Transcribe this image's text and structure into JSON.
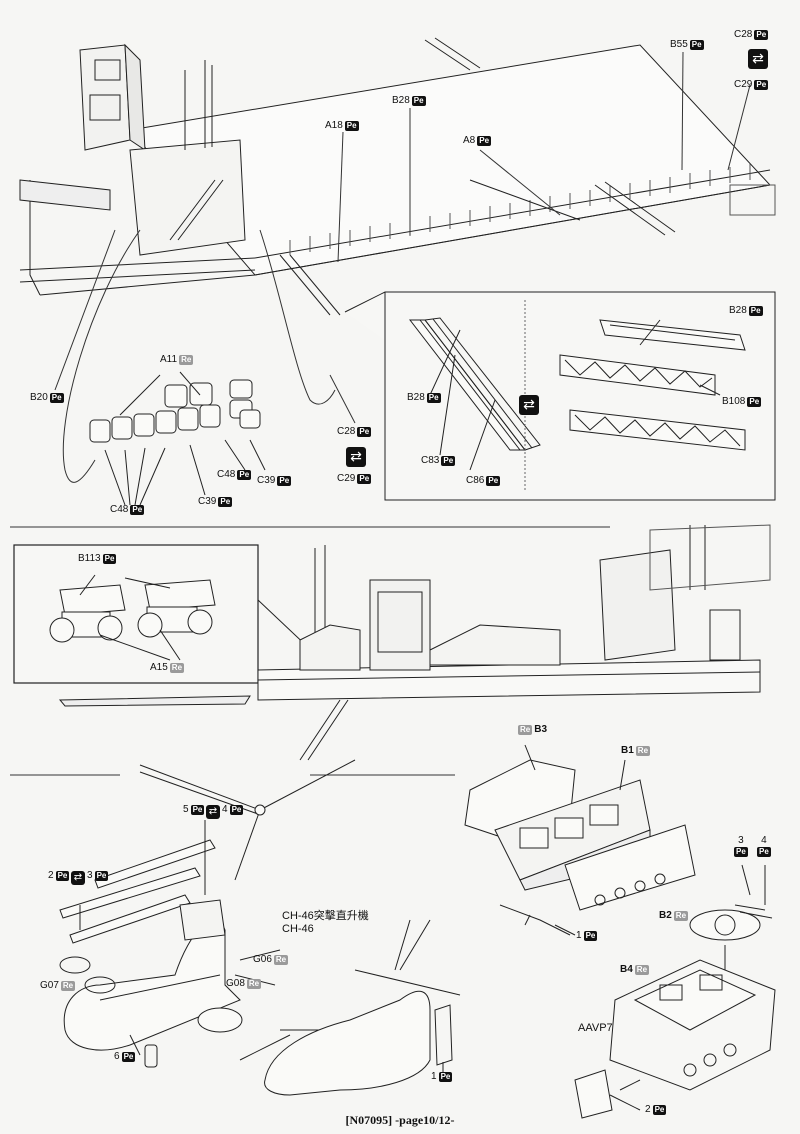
{
  "labels": {
    "b55": {
      "code": "B55",
      "mat": "Pe"
    },
    "c28_top": {
      "code": "C28",
      "mat": "Pe"
    },
    "c29_top": {
      "code": "C29",
      "mat": "Pe"
    },
    "b28_top": {
      "code": "B28",
      "mat": "Pe"
    },
    "a18": {
      "code": "A18",
      "mat": "Pe"
    },
    "a8": {
      "code": "A8",
      "mat": "Pe"
    },
    "b20": {
      "code": "B20",
      "mat": "Pe"
    },
    "a11": {
      "code": "A11",
      "mat": "Re"
    },
    "c48_a": {
      "code": "C48",
      "mat": "Pe"
    },
    "c39_a": {
      "code": "C39",
      "mat": "Pe"
    },
    "c39_b": {
      "code": "C39",
      "mat": "Pe"
    },
    "c48_b": {
      "code": "C48",
      "mat": "Pe"
    },
    "c28_mid": {
      "code": "C28",
      "mat": "Pe"
    },
    "c29_mid": {
      "code": "C29",
      "mat": "Pe"
    },
    "b28_inset_l": {
      "code": "B28",
      "mat": "Pe"
    },
    "c83": {
      "code": "C83",
      "mat": "Pe"
    },
    "c86": {
      "code": "C86",
      "mat": "Pe"
    },
    "b28_inset_r": {
      "code": "B28",
      "mat": "Pe"
    },
    "b108": {
      "code": "B108",
      "mat": "Pe"
    },
    "b113": {
      "code": "B113",
      "mat": "Pe"
    },
    "a15": {
      "code": "A15",
      "mat": "Re"
    },
    "b3": {
      "code": "B3",
      "mat": "Re"
    },
    "b1": {
      "code": "B1",
      "mat": "Re"
    },
    "pe3": {
      "code": "3",
      "mat": "Pe"
    },
    "pe4": {
      "code": "4",
      "mat": "Pe"
    },
    "b2": {
      "code": "B2",
      "mat": "Re"
    },
    "b4": {
      "code": "B4",
      "mat": "Re"
    },
    "pe1_aavp": {
      "code": "1",
      "mat": "Pe"
    },
    "pe2_aavp": {
      "code": "2",
      "mat": "Pe"
    },
    "heli5": {
      "code": "5",
      "mat": "Pe"
    },
    "heli4": {
      "code": "4",
      "mat": "Pe"
    },
    "heli2": {
      "code": "2",
      "mat": "Pe"
    },
    "heli3": {
      "code": "3",
      "mat": "Pe"
    },
    "g06": {
      "code": "G06",
      "mat": "Re"
    },
    "g07": {
      "code": "G07",
      "mat": "Re"
    },
    "g08": {
      "code": "G08",
      "mat": "Re"
    },
    "heli6": {
      "code": "6",
      "mat": "Pe"
    },
    "heli1": {
      "code": "1",
      "mat": "Pe"
    }
  },
  "swap_glyph": "⇄",
  "texts": {
    "ch46_cn": "CH-46突擊直升機",
    "ch46_en": "CH-46",
    "aavp7": "AAVP7"
  },
  "footer": "[N07095] -page10/12-",
  "colors": {
    "pe_badge": "#111111",
    "re_badge": "#9a9a9a",
    "line": "#222222"
  }
}
